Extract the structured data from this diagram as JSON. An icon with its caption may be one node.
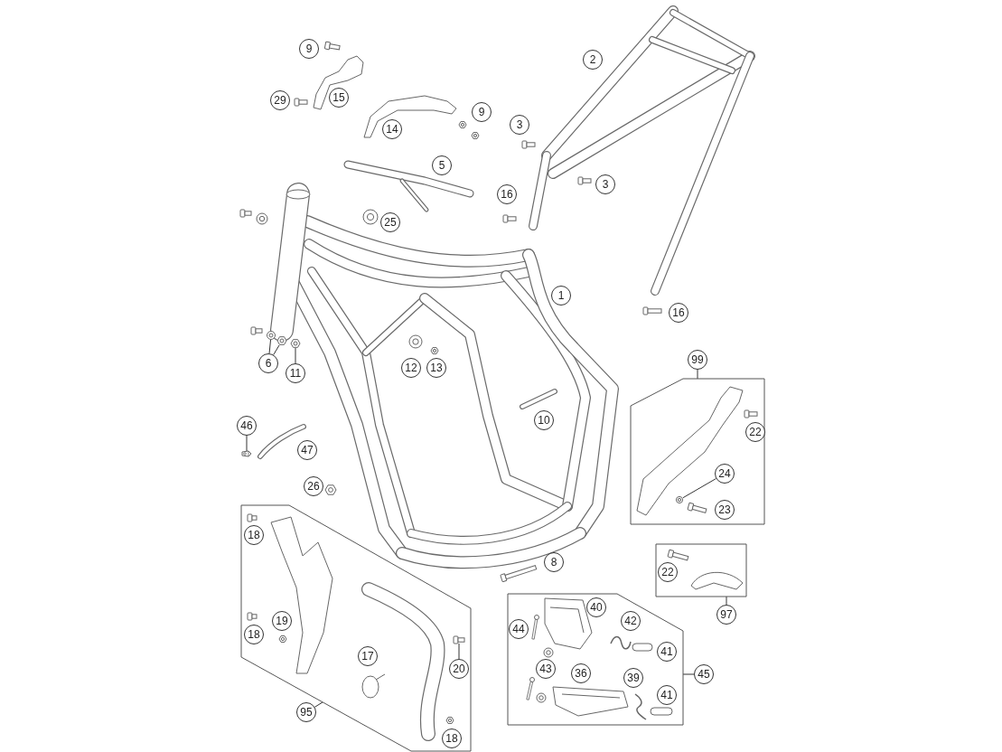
{
  "diagram": {
    "nodes": [
      {
        "text": [
          "9"
        ]
      },
      {
        "text": [
          "2"
        ]
      },
      {
        "text": [
          "15"
        ]
      },
      {
        "text": [
          "29"
        ]
      },
      {
        "text": [
          "9"
        ]
      },
      {
        "text": [
          "3"
        ]
      },
      {
        "text": [
          "14"
        ]
      },
      {
        "text": [
          "5"
        ]
      },
      {
        "text": [
          "3"
        ]
      },
      {
        "text": [
          "16"
        ]
      },
      {
        "text": [
          "25"
        ]
      },
      {
        "text": [
          "1"
        ]
      },
      {
        "text": [
          "16"
        ]
      },
      {
        "text": [
          "6"
        ]
      },
      {
        "text": [
          "99"
        ]
      },
      {
        "text": [
          "12"
        ]
      },
      {
        "text": [
          "13"
        ]
      },
      {
        "text": [
          "11"
        ]
      },
      {
        "text": [],
        "shape": "box"
      },
      {
        "text": [
          "10"
        ]
      },
      {
        "text": [
          "46"
        ]
      },
      {
        "text": [
          "22"
        ],
        "in": 18
      },
      {
        "text": [
          "47"
        ]
      },
      {
        "text": [
          "24"
        ],
        "in": 18
      },
      {
        "text": [
          "26"
        ]
      },
      {
        "text": [],
        "shape": "box"
      },
      {
        "text": [
          "23"
        ],
        "in": 18
      },
      {
        "text": [
          "18"
        ],
        "in": 25
      },
      {
        "text": [],
        "shape": "box"
      },
      {
        "text": [
          "8"
        ]
      },
      {
        "text": [
          "22"
        ],
        "in": 28
      },
      {
        "text": [],
        "shape": "box"
      },
      {
        "text": [
          "40"
        ],
        "in": 31
      },
      {
        "text": [
          "97"
        ]
      },
      {
        "text": [
          "19"
        ],
        "in": 25
      },
      {
        "text": [
          "42"
        ],
        "in": 31
      },
      {
        "text": [
          "44"
        ],
        "in": 31
      },
      {
        "text": [
          "18"
        ],
        "in": 25
      },
      {
        "text": [
          "41"
        ],
        "in": 31
      },
      {
        "text": [
          "17"
        ],
        "in": 25
      },
      {
        "text": [
          "43"
        ],
        "in": 31
      },
      {
        "text": [
          "20"
        ],
        "in": 25
      },
      {
        "text": [
          "36"
        ],
        "in": 31
      },
      {
        "text": [
          "45"
        ]
      },
      {
        "text": [
          "39"
        ],
        "in": 31
      },
      {
        "text": [
          "41"
        ],
        "in": 31
      },
      {
        "text": [
          "95"
        ]
      },
      {
        "text": [
          "18"
        ],
        "in": 25
      },
      {
        "text": [],
        "shape": "picture"
      },
      {
        "text": [],
        "shape": "picture"
      },
      {
        "text": [],
        "shape": "picture"
      },
      {
        "text": [],
        "shape": "picture"
      },
      {
        "text": [],
        "shape": "picture",
        "in": 25
      },
      {
        "text": [],
        "shape": "picture",
        "in": 18
      }
    ],
    "edges": [
      {
        "from": 14,
        "to": 18,
        "arrow": "none"
      },
      {
        "from": 33,
        "to": 28,
        "arrow": "none"
      },
      {
        "from": 46,
        "to": 25,
        "arrow": "none"
      },
      {
        "from": 43,
        "to": 31,
        "arrow": "none"
      },
      {
        "from": 13,
        "to": 48,
        "arrow": "none"
      },
      {
        "from": 13,
        "to": 49,
        "arrow": "none"
      },
      {
        "from": 17,
        "to": 50,
        "arrow": "none"
      },
      {
        "from": 20,
        "to": 51,
        "arrow": "none"
      },
      {
        "from": 41,
        "to": 52,
        "arrow": "none"
      },
      {
        "from": 23,
        "to": 53,
        "arrow": "none"
      }
    ]
  }
}
